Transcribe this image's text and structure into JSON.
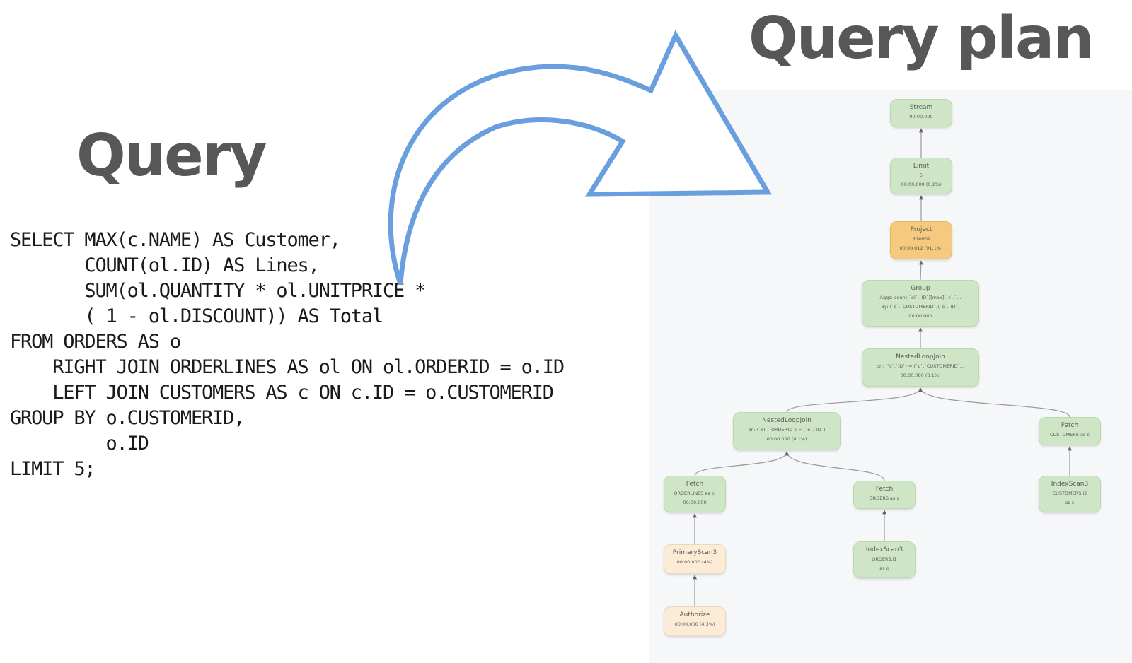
{
  "titles": {
    "query": "Query",
    "plan": "Query plan"
  },
  "colors": {
    "title_text": "#575757",
    "arrow": "#6a9fdf",
    "plan_background": "#f6f7f9",
    "node_green": "#cfe6c6",
    "node_orange": "#f5c97e",
    "node_cream": "#fcecd6",
    "edge": "#9a9a9a"
  },
  "query": {
    "lines": [
      "SELECT MAX(c.NAME) AS Customer,",
      "       COUNT(ol.ID) AS Lines,",
      "       SUM(ol.QUANTITY * ol.UNITPRICE *",
      "       ( 1 - ol.DISCOUNT)) AS Total",
      "FROM ORDERS AS o",
      "    RIGHT JOIN ORDERLINES AS ol ON ol.ORDERID = o.ID",
      "    LEFT JOIN CUSTOMERS AS c ON c.ID = o.CUSTOMERID",
      "GROUP BY o.CUSTOMERID,",
      "         o.ID",
      "LIMIT 5;"
    ]
  },
  "plan": {
    "nodes": [
      {
        "id": "stream",
        "title": "Stream",
        "lines": [
          "00:00.000"
        ],
        "color": "green"
      },
      {
        "id": "limit",
        "title": "Limit",
        "lines": [
          "5",
          "00:00.000 (0.1%)"
        ],
        "color": "green"
      },
      {
        "id": "project",
        "title": "Project",
        "lines": [
          "3 terms",
          "00:00.012 (91.1%)"
        ],
        "color": "orange"
      },
      {
        "id": "group",
        "title": "Group",
        "lines": [
          "Aggs: count(`ol`.`ID`)[max](`c`.`...",
          "By: (`o`.`CUSTOMERID`)(`o`.`ID`)",
          "00:00.000"
        ],
        "color": "green"
      },
      {
        "id": "nlj-outer",
        "title": "NestedLoopJoin",
        "lines": [
          "on: (`c`.`ID`) = (`o`.`CUSTOMERID`...",
          "00:00.000 (0.1%)"
        ],
        "color": "green"
      },
      {
        "id": "nlj-inner",
        "title": "NestedLoopJoin",
        "lines": [
          "on: (`ol`.`ORDERID`) = (`o`.`ID`)",
          "00:00.000 (0.1%)"
        ],
        "color": "green"
      },
      {
        "id": "fetch-customers",
        "title": "Fetch",
        "lines": [
          "CUSTOMERS as c"
        ],
        "color": "green"
      },
      {
        "id": "fetch-orderlines",
        "title": "Fetch",
        "lines": [
          "ORDERLINES as ol",
          "00:00.000"
        ],
        "color": "green"
      },
      {
        "id": "fetch-orders",
        "title": "Fetch",
        "lines": [
          "ORDERS as o"
        ],
        "color": "green"
      },
      {
        "id": "indexscan-customers",
        "title": "IndexScan3",
        "lines": [
          "CUSTOMERS.i2",
          "as c"
        ],
        "color": "green"
      },
      {
        "id": "primaryscan",
        "title": "PrimaryScan3",
        "lines": [
          "00:00.000 (4%)"
        ],
        "color": "cream"
      },
      {
        "id": "indexscan-orders",
        "title": "IndexScan3",
        "lines": [
          "ORDERS.i1",
          "as o"
        ],
        "color": "green"
      },
      {
        "id": "authorize",
        "title": "Authorize",
        "lines": [
          "00:00.000 (4.3%)"
        ],
        "color": "cream"
      }
    ],
    "edges": [
      {
        "from": "limit",
        "to": "stream"
      },
      {
        "from": "project",
        "to": "limit"
      },
      {
        "from": "group",
        "to": "project"
      },
      {
        "from": "nlj-outer",
        "to": "group"
      },
      {
        "from": "nlj-inner",
        "to": "nlj-outer"
      },
      {
        "from": "fetch-customers",
        "to": "nlj-outer"
      },
      {
        "from": "fetch-orderlines",
        "to": "nlj-inner"
      },
      {
        "from": "fetch-orders",
        "to": "nlj-inner"
      },
      {
        "from": "indexscan-customers",
        "to": "fetch-customers"
      },
      {
        "from": "primaryscan",
        "to": "fetch-orderlines"
      },
      {
        "from": "indexscan-orders",
        "to": "fetch-orders"
      },
      {
        "from": "authorize",
        "to": "primaryscan"
      }
    ]
  }
}
